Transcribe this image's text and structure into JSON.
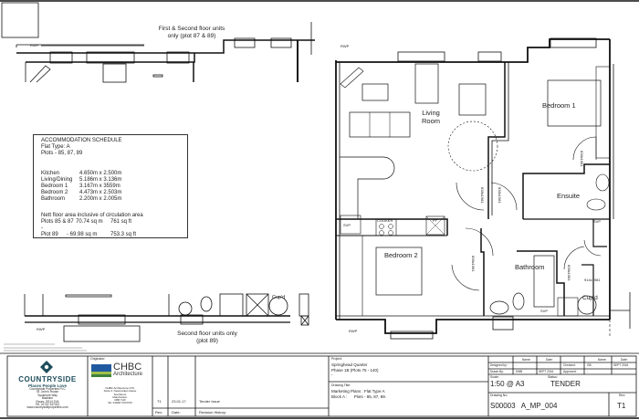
{
  "plan": {
    "note_top": [
      "First & Second floor units",
      "only (plot 87 & 89)"
    ],
    "note_bottom": [
      "Second floor units only",
      "(plot 89)"
    ],
    "rooms": {
      "living": [
        "Living",
        "Room"
      ],
      "bedroom1": "Bedroom 1",
      "ensuite": "Ensuite",
      "bedroom2": "Bedroom 2",
      "bathroom": "Bathroom",
      "cupd": "Cup'd"
    },
    "labels": {
      "rwp": "RWP",
      "svp": "SVP",
      "ff": "FF",
      "cooker": "COOKER",
      "door": "838x1981",
      "door_wide": "914x1981"
    }
  },
  "schedule": {
    "title": "ACCOMMODATION SCHEDULE",
    "flat_type": "Flat Type: A",
    "plots": "Plots - 85, 87, 89",
    "rooms": [
      {
        "name": "Kitchen",
        "size": "4.650m x 2.500m"
      },
      {
        "name": "Living/Dining",
        "size": "5.186m x 3.136m"
      },
      {
        "name": "Bedroom 1",
        "size": "3.167m x 3559m"
      },
      {
        "name": "Bedroom 2",
        "size": "4.473m x 2.503m"
      },
      {
        "name": "Bathroom",
        "size": "2.200m x 2.005m"
      }
    ],
    "area_heading": "Nett floor area inclusive of circulation area",
    "areas": [
      {
        "plot": "Plots 85 & 87 -",
        "sqm": "70.74 sq m",
        "sqft": "761 sq ft"
      },
      {
        "plot": "Plot 89",
        "sqm": "-   69.98 sq m",
        "sqft": "753.3 sq ft"
      }
    ]
  },
  "title_block": {
    "client": {
      "name": "COUNTRYSIDE",
      "tagline": "Places People Love",
      "address": [
        "Countryside Properties PLC",
        "St. John's House",
        "Sycamore Way",
        "Basildon",
        "Essex, SS14 3YA",
        "Tel: 01702 347022",
        "www.countrysideproperties.com"
      ]
    },
    "originator_label": "Originator:",
    "architect": {
      "name": "CHBC",
      "sub": "Architecture",
      "address": [
        "CHBC Architecture LTD.",
        "Suite 4, Newmarket House",
        "Southend,",
        "Manchester,",
        "CB8 7HX",
        "Tel: 01638 XXXXXX"
      ]
    },
    "revision": {
      "rev": "T1",
      "date": "23.01.17",
      "desc": "Tender Issue",
      "rev_label": "Rev:",
      "date_label": "Date:",
      "history_label": "Revision History:"
    },
    "project_label": "Project:",
    "project": [
      "Springhead Quarter",
      "Phase 1B (Plots 75 - 140)",
      "-"
    ],
    "drawing_title_label": "Drawing Title:",
    "drawing_title": [
      "Marketing Plans : Flat Type A",
      "Block A :      Plots - 85, 87, 89."
    ],
    "name_label": "Name:",
    "date_label": "Date:",
    "designed_by_label": "Designed by:",
    "designed_by": {
      "name": "-",
      "date": "-"
    },
    "checked_label": "Checked:",
    "checked": {
      "name": "GB",
      "date": "SEPT 2016"
    },
    "drawn_by_label": "Drawn By:",
    "drawn_by": {
      "name": "KWB",
      "date": "SEPT 2016"
    },
    "approved_label": "Approved:",
    "approved": {
      "name": "-",
      "date": "-"
    },
    "scale_label": "Scale:",
    "scale": "1:50 @ A3",
    "status_label": "Status:",
    "status": "TENDER",
    "drawing_no_label": "Drawing No:",
    "drawing_no": "S00003   A_MP_004",
    "rev_no_label": "Rev:",
    "rev_no": "T1"
  }
}
